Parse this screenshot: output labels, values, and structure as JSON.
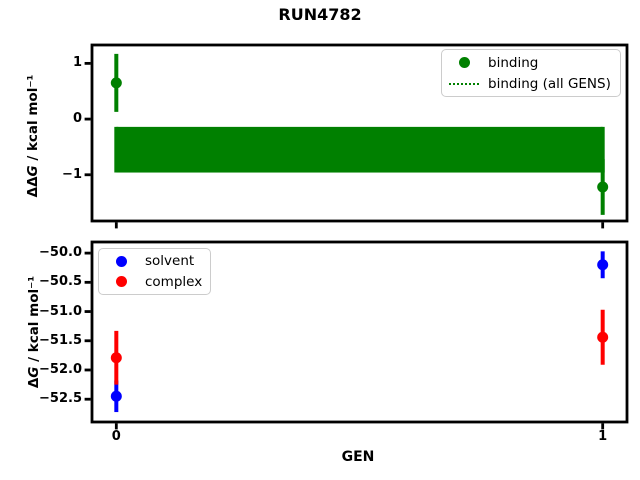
{
  "figure": {
    "title": "RUN4782"
  },
  "chart_data": [
    {
      "id": "ddg-binding",
      "type": "scatter",
      "title": "RUN4782",
      "xlabel": "",
      "ylabel": {
        "prefix": "ΔΔ",
        "italic": "G",
        "suffix": " / kcal mol⁻¹"
      },
      "xlim": [
        -0.05,
        1.05
      ],
      "ylim": [
        -1.83,
        1.33
      ],
      "grid": false,
      "yticks": [
        {
          "value": 1,
          "label": "1"
        },
        {
          "value": 0,
          "label": "0"
        },
        {
          "value": -1,
          "label": "−1"
        }
      ],
      "xticks": [
        {
          "value": 0,
          "label": ""
        },
        {
          "value": 1,
          "label": ""
        }
      ],
      "series": [
        {
          "name": "binding",
          "color": "#008000",
          "marker": "circle",
          "points": [
            {
              "x": 0,
              "y": 0.65,
              "err": 0.52
            },
            {
              "x": 1,
              "y": -1.22,
              "err": 0.5
            }
          ]
        }
      ],
      "band": {
        "name": "binding (all GENS)",
        "color": "#008000",
        "linestyle": "dotted",
        "x_from": 0,
        "x_to": 1,
        "center": -0.55,
        "y_high": -0.14,
        "y_low": -0.96
      },
      "legend": {
        "position": "upper-right",
        "entries": [
          {
            "label": "binding",
            "swatch": "circle",
            "color": "#008000"
          },
          {
            "label": "binding (all GENS)",
            "swatch": "dotted-line",
            "color": "#008000"
          }
        ]
      }
    },
    {
      "id": "dg-components",
      "type": "scatter",
      "xlabel": "GEN",
      "ylabel": {
        "prefix": "Δ",
        "italic": "G",
        "suffix": " / kcal mol⁻¹"
      },
      "xlim": [
        -0.05,
        1.05
      ],
      "ylim": [
        -52.89,
        -49.81
      ],
      "grid": false,
      "yticks": [
        {
          "value": -50.0,
          "label": "−50.0"
        },
        {
          "value": -50.5,
          "label": "−50.5"
        },
        {
          "value": -51.0,
          "label": "−51.0"
        },
        {
          "value": -51.5,
          "label": "−51.5"
        },
        {
          "value": -52.0,
          "label": "−52.0"
        },
        {
          "value": -52.5,
          "label": "−52.5"
        }
      ],
      "xticks": [
        {
          "value": 0,
          "label": "0"
        },
        {
          "value": 1,
          "label": "1"
        }
      ],
      "series": [
        {
          "name": "solvent",
          "color": "#0000ff",
          "marker": "circle",
          "points": [
            {
              "x": 0,
              "y": -52.45,
              "err": 0.27
            },
            {
              "x": 1,
              "y": -50.2,
              "err": 0.23
            }
          ]
        },
        {
          "name": "complex",
          "color": "#ff0000",
          "marker": "circle",
          "points": [
            {
              "x": 0,
              "y": -51.79,
              "err": 0.46
            },
            {
              "x": 1,
              "y": -51.44,
              "err": 0.47
            }
          ]
        }
      ],
      "legend": {
        "position": "upper-left",
        "entries": [
          {
            "label": "solvent",
            "swatch": "circle",
            "color": "#0000ff"
          },
          {
            "label": "complex",
            "swatch": "circle",
            "color": "#ff0000"
          }
        ]
      }
    }
  ]
}
